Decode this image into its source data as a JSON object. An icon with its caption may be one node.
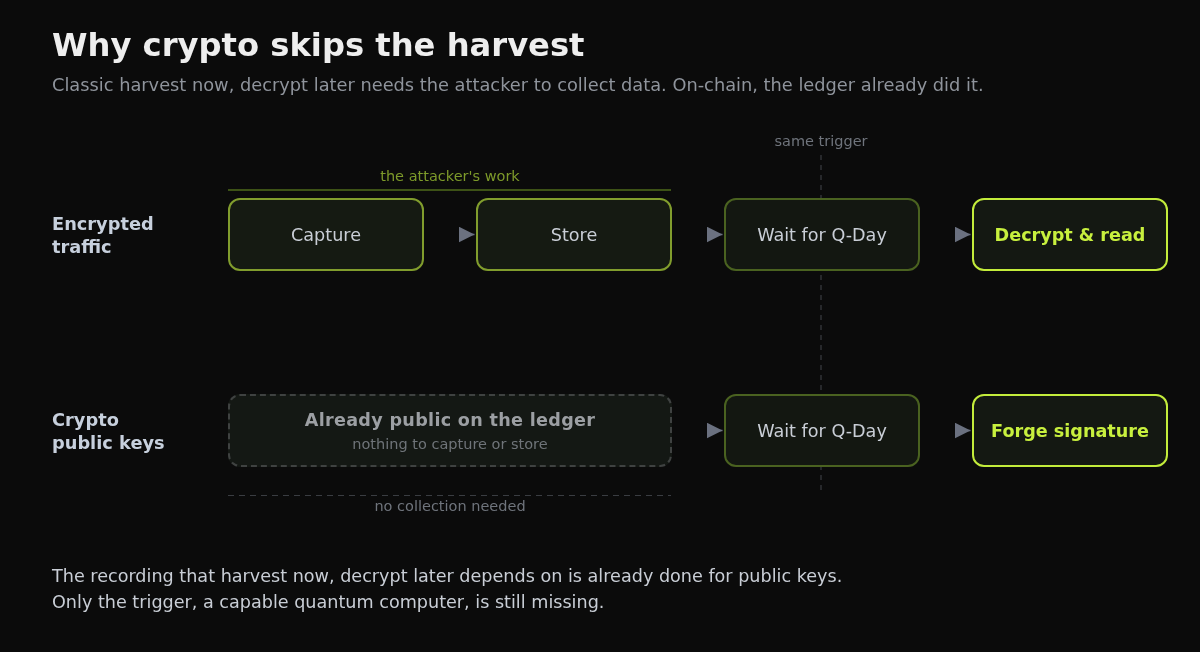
{
  "diagram": {
    "title": "Why crypto skips the harvest",
    "caption": "The recording that harvest now, decrypt later depends on is already done for public keys. Only the trigger, a capable quantum computer, is still missing.",
    "nodes": [
      {
        "text": [
          "Capture"
        ]
      },
      {
        "text": [
          "Store"
        ]
      },
      {
        "text": [
          "Wait for Q-Day"
        ]
      },
      {
        "text": [
          "Decrypt & read"
        ]
      },
      {
        "text": [
          "Already public on the ledger",
          "nothing to capture or store"
        ]
      },
      {
        "text": [
          "Wait for Q-Day"
        ]
      },
      {
        "text": [
          "Forge signature"
        ]
      }
    ],
    "edges": [
      {
        "from": 0,
        "to": 1,
        "arrow": "to"
      },
      {
        "from": 1,
        "to": 2,
        "arrow": "to"
      },
      {
        "from": 2,
        "to": 3,
        "arrow": "to"
      },
      {
        "from": 4,
        "to": 5,
        "arrow": "to"
      },
      {
        "from": 5,
        "to": 6,
        "arrow": "to"
      }
    ],
    "labels": [
      "Classic harvest now, decrypt later needs the attacker to collect data. On-chain, the ledger already did it.",
      "same trigger",
      "the attacker's work",
      "Encrypted traffic",
      "Crypto public keys",
      "no collection needed"
    ]
  }
}
